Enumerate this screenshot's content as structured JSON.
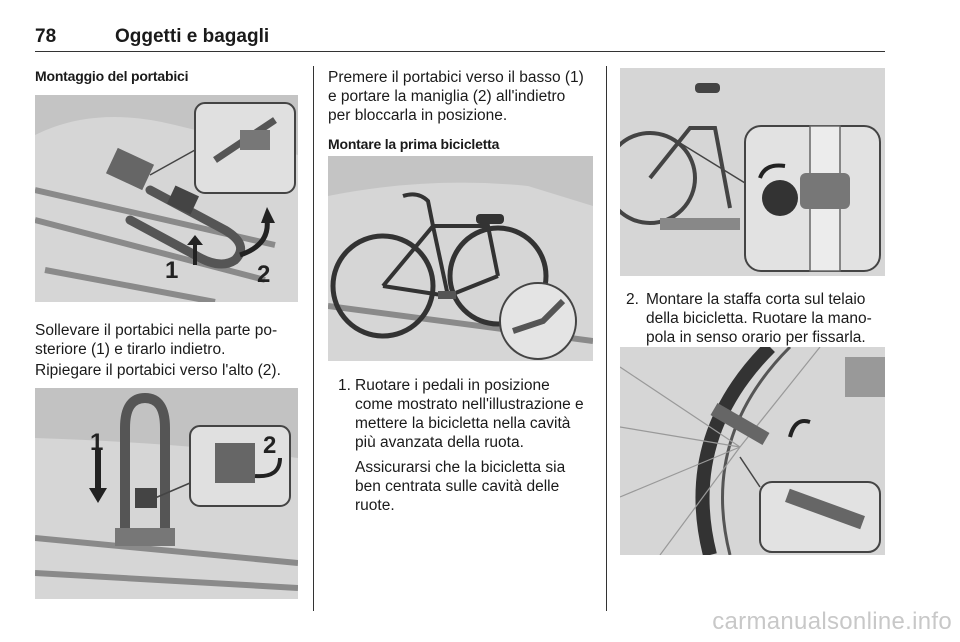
{
  "header": {
    "page_number": "78",
    "title": "Oggetti e bagagli"
  },
  "col1": {
    "heading": "Montaggio del portabici",
    "callouts1": [
      "1",
      "2"
    ],
    "para1": "Sollevare il portabici nella parte po-\nsteriore (1) e tirarlo indietro.",
    "para2": "Ripiegare il portabici verso l'alto (2).",
    "callouts2": [
      "1",
      "2"
    ]
  },
  "col2": {
    "intro": "Premere il portabici verso il basso (1)\ne portare la maniglia (2) all'indietro\nper bloccarla in posizione.",
    "heading": "Montare la prima bicicletta",
    "step1_num": "1.",
    "step1_text": "Ruotare i pedali in posizione\ncome mostrato nell'illustrazione e\nmettere la bicicletta nella cavità\npiù avanzata della ruota.",
    "step1_note": "Assicurarsi che la bicicletta sia\nben centrata sulle cavità delle\nruote."
  },
  "col3": {
    "step2_num": "2.",
    "step2_text": "Montare la staffa corta sul telaio\ndella bicicletta. Ruotare la mano-\npola in senso orario per fissarla."
  },
  "footer": {
    "url": "carmanualsonline.info"
  }
}
